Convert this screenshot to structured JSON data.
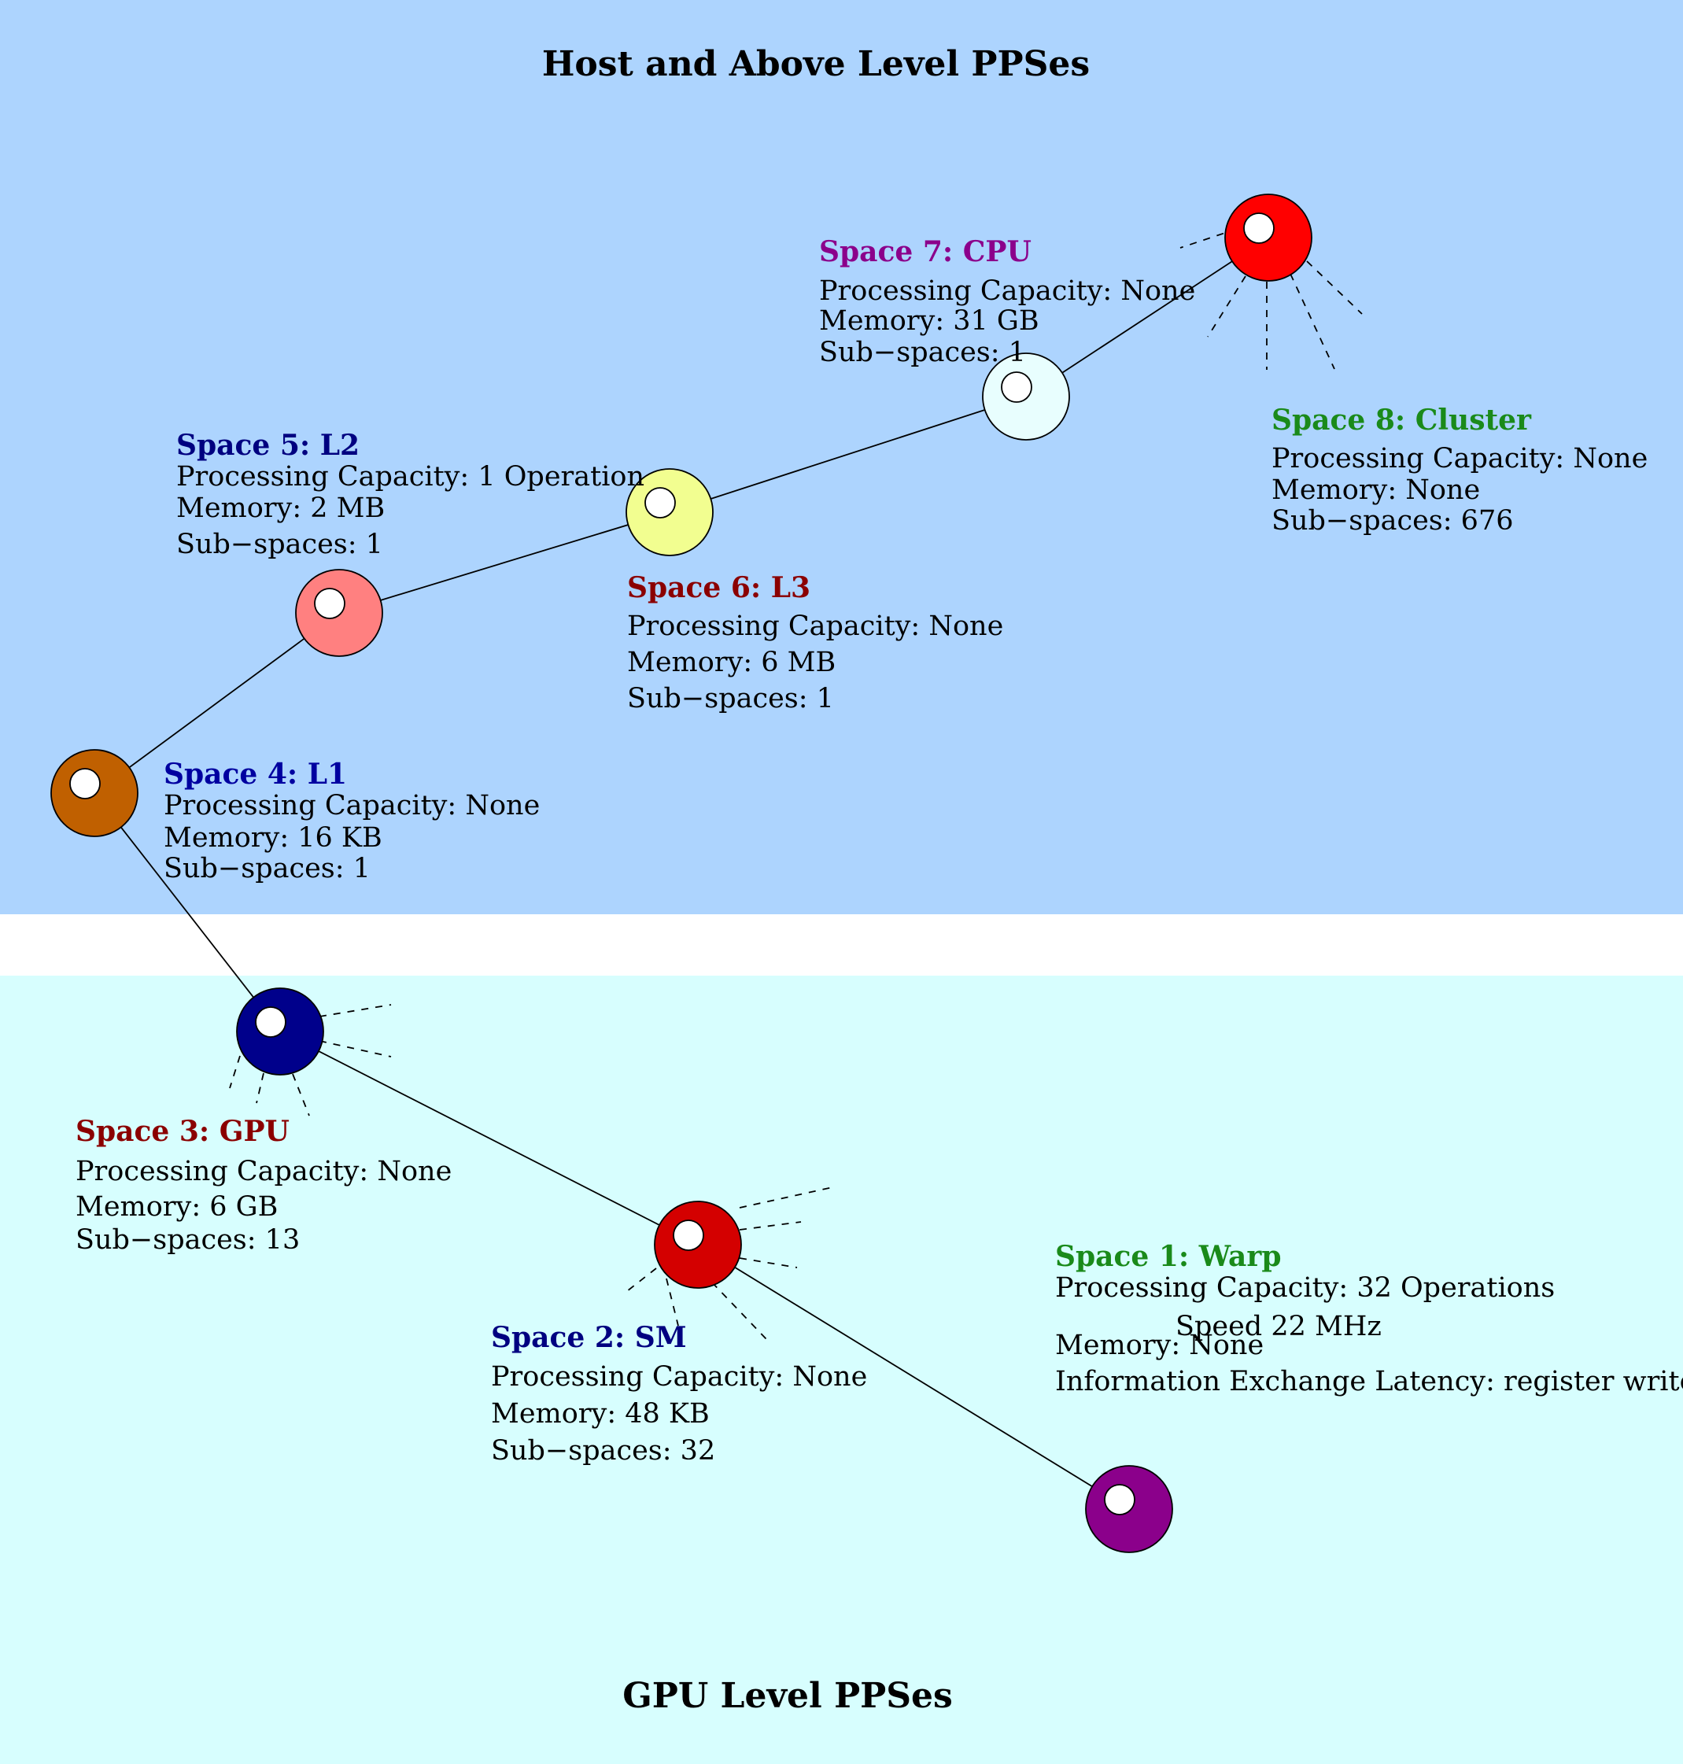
{
  "regions": {
    "host": {
      "title": "Host and Above Level PPSes",
      "color": "#add4fe"
    },
    "gpu": {
      "title": "GPU Level PPSes",
      "color": "#d7fefe"
    }
  },
  "spaces": [
    {
      "id": 1,
      "title": "Space 1: Warp",
      "title_color": "#1a8a1a",
      "node_color": "#8b008b",
      "lines": [
        "Processing Capacity: 32 Operations",
        "Speed 22 MHz",
        "Memory: None",
        "Information Exchange Latency: register write"
      ]
    },
    {
      "id": 2,
      "title": "Space 2: SM",
      "title_color": "#000080",
      "node_color": "#d40000",
      "lines": [
        "Processing Capacity: None",
        "Memory: 48 KB",
        "Sub−spaces: 32"
      ]
    },
    {
      "id": 3,
      "title": "Space 3: GPU",
      "title_color": "#8b0000",
      "node_color": "#00008b",
      "lines": [
        "Processing Capacity: None",
        "Memory: 6 GB",
        "Sub−spaces: 13"
      ]
    },
    {
      "id": 4,
      "title": "Space 4: L1",
      "title_color": "#0000a0",
      "node_color": "#c06000",
      "lines": [
        "Processing Capacity: None",
        "Memory: 16 KB",
        "Sub−spaces: 1"
      ]
    },
    {
      "id": 5,
      "title": "Space 5: L2",
      "title_color": "#000080",
      "node_color": "#ff8080",
      "lines": [
        "Processing Capacity: 1 Operation",
        "Memory: 2 MB",
        "Sub−spaces: 1"
      ]
    },
    {
      "id": 6,
      "title": "Space 6: L3",
      "title_color": "#8b0000",
      "node_color": "#f2fe90",
      "lines": [
        "Processing Capacity: None",
        "Memory: 6 MB",
        "Sub−spaces: 1"
      ]
    },
    {
      "id": 7,
      "title": "Space 7: CPU",
      "title_color": "#8b008b",
      "node_color": "#e8fefe",
      "lines": [
        "Processing Capacity: None",
        "Memory: 31 GB",
        "Sub−spaces: 1"
      ]
    },
    {
      "id": 8,
      "title": "Space 8: Cluster",
      "title_color": "#1a8a1a",
      "node_color": "#ff0000",
      "lines": [
        "Processing Capacity: None",
        "Memory: None",
        "Sub−spaces: 676"
      ]
    }
  ],
  "edges": [
    [
      1,
      2
    ],
    [
      2,
      3
    ],
    [
      3,
      4
    ],
    [
      4,
      5
    ],
    [
      5,
      6
    ],
    [
      6,
      7
    ],
    [
      7,
      8
    ]
  ]
}
